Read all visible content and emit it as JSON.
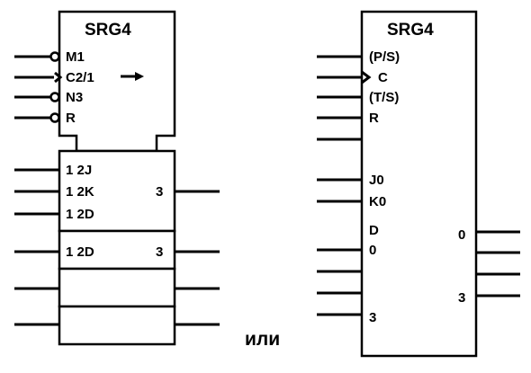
{
  "left": {
    "title": "SRG4",
    "control_inputs": [
      "M1",
      "C2/1",
      "N3",
      "R"
    ],
    "arrow": "→",
    "stage1_inputs": [
      "1 2J",
      "1 2K",
      "1 2D"
    ],
    "stage1_output": "3",
    "stage2_input": "1 2D",
    "stage2_output": "3"
  },
  "separator": "или",
  "right": {
    "title": "SRG4",
    "inputs": [
      "(P/S)",
      "C",
      "(T/S)",
      "R",
      "J0",
      "K0",
      "D",
      "0",
      "3"
    ],
    "outputs": [
      "0",
      "3"
    ]
  }
}
